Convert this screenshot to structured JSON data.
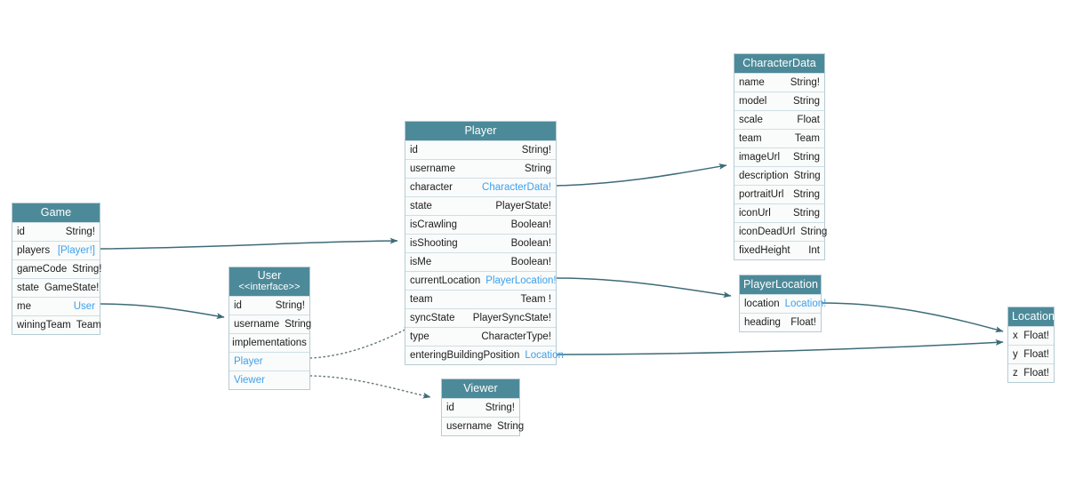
{
  "diagram": {
    "title": "GraphQL Schema Entity Diagram",
    "accent_header_color": "#4d8a99",
    "reference_text_color": "#3ea0ec",
    "edge_color": "#3d6b78",
    "row_background": "#fafbfb",
    "border_color": "#b6ccd4"
  },
  "entities": [
    {
      "id": "game",
      "name": "Game",
      "fields": [
        {
          "name": "id",
          "type": "String!",
          "is_ref": false
        },
        {
          "name": "players",
          "type": "[Player!]",
          "is_ref": true
        },
        {
          "name": "gameCode",
          "type": "String!",
          "is_ref": false
        },
        {
          "name": "state",
          "type": "GameState!",
          "is_ref": false
        },
        {
          "name": "me",
          "type": "User",
          "is_ref": true
        },
        {
          "name": "winingTeam",
          "type": "Team",
          "is_ref": false
        }
      ]
    },
    {
      "id": "user",
      "name": "User",
      "stereotype": "<<interface>>",
      "fields": [
        {
          "name": "id",
          "type": "String!",
          "is_ref": false
        },
        {
          "name": "username",
          "type": "String",
          "is_ref": false
        }
      ],
      "implementations_label": "implementations",
      "implementations": [
        "Player",
        "Viewer"
      ]
    },
    {
      "id": "player",
      "name": "Player",
      "fields": [
        {
          "name": "id",
          "type": "String!",
          "is_ref": false
        },
        {
          "name": "username",
          "type": "String",
          "is_ref": false
        },
        {
          "name": "character",
          "type": "CharacterData!",
          "is_ref": true
        },
        {
          "name": "state",
          "type": "PlayerState!",
          "is_ref": false
        },
        {
          "name": "isCrawling",
          "type": "Boolean!",
          "is_ref": false
        },
        {
          "name": "isShooting",
          "type": "Boolean!",
          "is_ref": false
        },
        {
          "name": "isMe",
          "type": "Boolean!",
          "is_ref": false
        },
        {
          "name": "currentLocation",
          "type": "PlayerLocation!",
          "is_ref": true
        },
        {
          "name": "team",
          "type": "Team !",
          "is_ref": false
        },
        {
          "name": "syncState",
          "type": "PlayerSyncState!",
          "is_ref": false
        },
        {
          "name": "type",
          "type": "CharacterType!",
          "is_ref": false
        },
        {
          "name": "enteringBuildingPosition",
          "type": "Location",
          "is_ref": true
        }
      ]
    },
    {
      "id": "viewer",
      "name": "Viewer",
      "fields": [
        {
          "name": "id",
          "type": "String!",
          "is_ref": false
        },
        {
          "name": "username",
          "type": "String",
          "is_ref": false
        }
      ]
    },
    {
      "id": "characterdata",
      "name": "CharacterData",
      "fields": [
        {
          "name": "name",
          "type": "String!",
          "is_ref": false
        },
        {
          "name": "model",
          "type": "String",
          "is_ref": false
        },
        {
          "name": "scale",
          "type": "Float",
          "is_ref": false
        },
        {
          "name": "team",
          "type": "Team",
          "is_ref": false
        },
        {
          "name": "imageUrl",
          "type": "String",
          "is_ref": false
        },
        {
          "name": "description",
          "type": "String",
          "is_ref": false
        },
        {
          "name": "portraitUrl",
          "type": "String",
          "is_ref": false
        },
        {
          "name": "iconUrl",
          "type": "String",
          "is_ref": false
        },
        {
          "name": "iconDeadUrl",
          "type": "String",
          "is_ref": false
        },
        {
          "name": "fixedHeight",
          "type": "Int",
          "is_ref": false
        }
      ]
    },
    {
      "id": "playerlocation",
      "name": "PlayerLocation",
      "fields": [
        {
          "name": "location",
          "type": "Location!",
          "is_ref": true
        },
        {
          "name": "heading",
          "type": "Float!",
          "is_ref": false
        }
      ]
    },
    {
      "id": "location",
      "name": "Location",
      "fields": [
        {
          "name": "x",
          "type": "Float!",
          "is_ref": false
        },
        {
          "name": "y",
          "type": "Float!",
          "is_ref": false
        },
        {
          "name": "z",
          "type": "Float!",
          "is_ref": false
        }
      ]
    }
  ],
  "edges": [
    {
      "id": "game-players-to-player",
      "from": "Game.players",
      "to": "Player",
      "style": "solid"
    },
    {
      "id": "game-me-to-user",
      "from": "Game.me",
      "to": "User",
      "style": "solid"
    },
    {
      "id": "user-impl-player",
      "from": "User.Player",
      "to": "Player",
      "style": "dotted"
    },
    {
      "id": "user-impl-viewer",
      "from": "User.Viewer",
      "to": "Viewer",
      "style": "dotted"
    },
    {
      "id": "player-character-to-characterdata",
      "from": "Player.character",
      "to": "CharacterData",
      "style": "solid"
    },
    {
      "id": "player-currentlocation-to-playerlocation",
      "from": "Player.currentLocation",
      "to": "PlayerLocation",
      "style": "solid"
    },
    {
      "id": "player-enteringbuildingposition-to-location",
      "from": "Player.enteringBuildingPosition",
      "to": "Location",
      "style": "solid"
    },
    {
      "id": "playerlocation-location-to-location",
      "from": "PlayerLocation.location",
      "to": "Location",
      "style": "solid"
    }
  ]
}
